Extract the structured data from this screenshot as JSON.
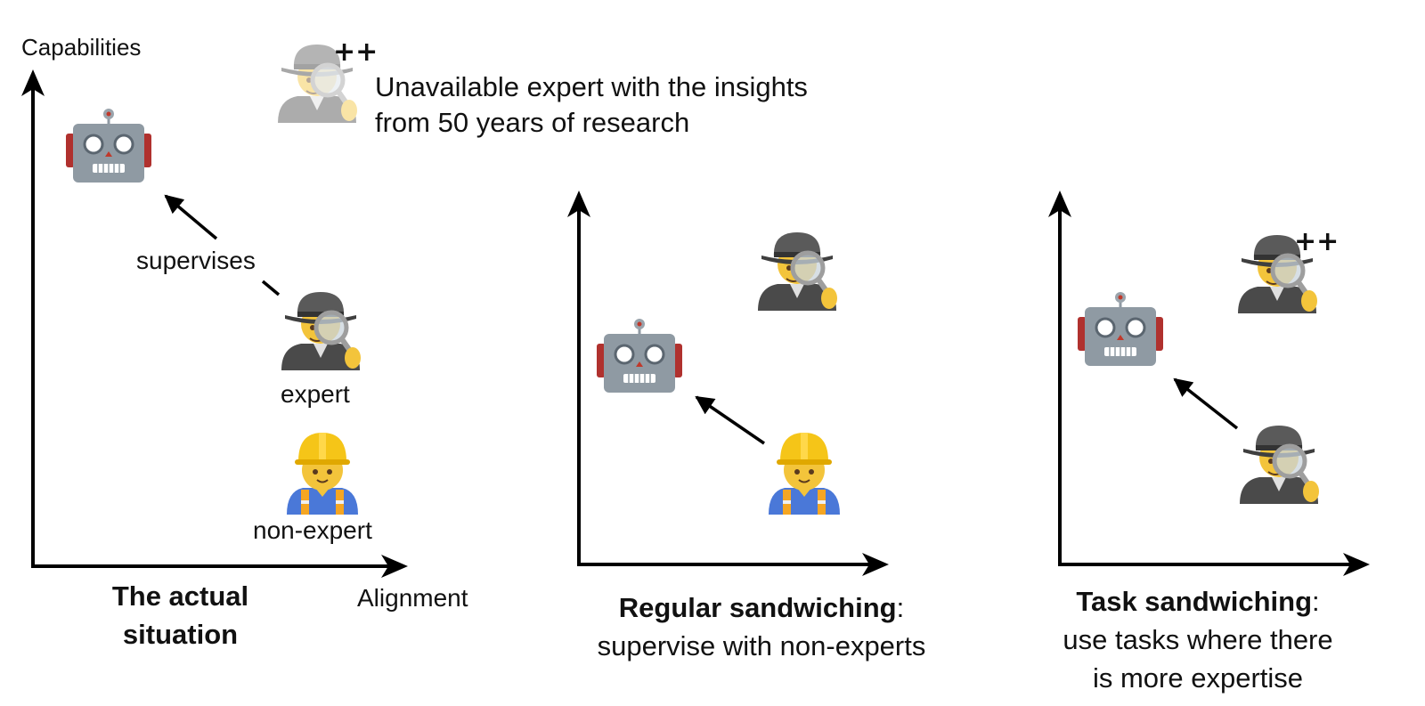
{
  "note_text": {
    "line1": "Unavailable expert with the insights",
    "line2": "from 50 years of research"
  },
  "panel_actual": {
    "y_axis_label": "Capabilities",
    "x_axis_label": "Alignment",
    "arrow_label": "supervises",
    "expert_label": "expert",
    "nonexpert_label": "non-expert",
    "title_line1": "The actual",
    "title_line2": "situation"
  },
  "panel_regular": {
    "title_bold": "Regular sandwiching",
    "title_colon": ":",
    "subtitle": "supervise with non-experts"
  },
  "panel_task": {
    "title_bold": "Task sandwiching",
    "title_colon": ":",
    "subtitle_line1": "use tasks where there",
    "subtitle_line2": "is more expertise"
  },
  "plus_marker": "++",
  "icons": [
    "robot-icon",
    "detective-icon",
    "construction-worker-icon",
    "arrow-icon"
  ],
  "colors": {
    "robot_body": "#8f9aa3",
    "robot_ears": "#b0312e",
    "skin": "#f3c43b",
    "hat": "#5a5a5a",
    "helmet": "#f5c518",
    "vest": "#4a78d8",
    "lens": "#c9d4dc",
    "axis": "#000000"
  }
}
